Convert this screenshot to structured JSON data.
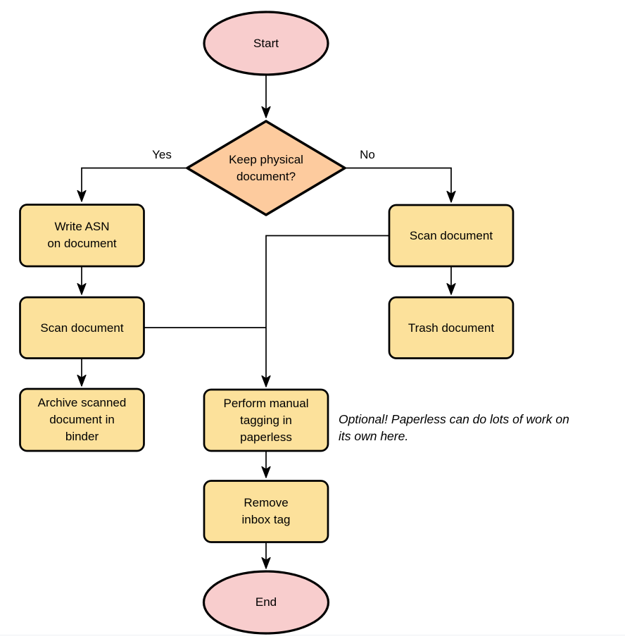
{
  "flowchart": {
    "nodes": {
      "start": {
        "label": "Start"
      },
      "decision": {
        "label": "Keep physical\ndocument?"
      },
      "write_asn": {
        "label": "Write ASN\non document"
      },
      "scan_left": {
        "label": "Scan document"
      },
      "archive": {
        "label": "Archive scanned\ndocument in\nbinder"
      },
      "scan_right": {
        "label": "Scan document"
      },
      "trash": {
        "label": "Trash document"
      },
      "tagging": {
        "label": "Perform manual\ntagging in\npaperless"
      },
      "remove_inbox": {
        "label": "Remove\ninbox tag"
      },
      "end": {
        "label": "End"
      }
    },
    "edge_labels": {
      "yes": "Yes",
      "no": "No"
    },
    "note": "Optional! Paperless can do lots of work on\nits own here.",
    "colors": {
      "terminal_fill": "#f8cdcd",
      "decision_fill": "#fdcb9e",
      "process_fill": "#fce19b",
      "stroke": "#000000"
    }
  }
}
